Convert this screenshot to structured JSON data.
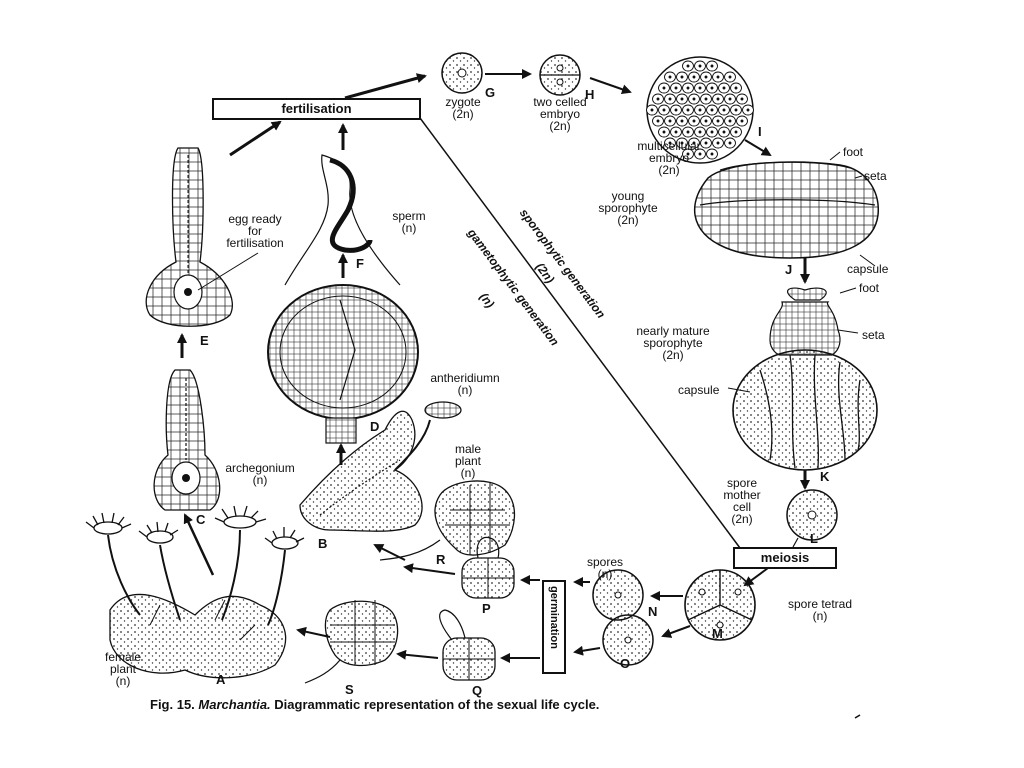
{
  "boxes": {
    "fertilisation": "fertilisation",
    "meiosis": "meiosis",
    "germination": "germination"
  },
  "stages": {
    "A": {
      "letter": "A",
      "label": [
        "female",
        "plant",
        "(n)"
      ]
    },
    "B": {
      "letter": "B"
    },
    "C": {
      "letter": "C",
      "label": [
        "archegonium",
        "(n)"
      ]
    },
    "D": {
      "letter": "D",
      "label": [
        "antheridiumn",
        "(n)"
      ]
    },
    "E": {
      "letter": "E",
      "label": [
        "egg ready",
        "for",
        "fertilisation"
      ]
    },
    "F": {
      "letter": "F",
      "label": [
        "sperm",
        "(n)"
      ]
    },
    "G": {
      "letter": "G",
      "label": [
        "zygote",
        "(2n)"
      ]
    },
    "H": {
      "letter": "H",
      "label": [
        "two celled",
        "embryo",
        "(2n)"
      ]
    },
    "I": {
      "letter": "I",
      "label": [
        "multicellular",
        "embryo",
        "(2n)"
      ]
    },
    "J": {
      "letter": "J",
      "label": [
        "young",
        "sporophyte",
        "(2n)"
      ]
    },
    "K": {
      "letter": "K",
      "label": [
        "nearly mature",
        "sporophyte",
        "(2n)"
      ]
    },
    "L": {
      "letter": "L",
      "label": [
        "spore",
        "mother",
        "cell",
        "(2n)"
      ]
    },
    "M": {
      "letter": "M",
      "label": [
        "spore tetrad",
        "(n)"
      ]
    },
    "N": {
      "letter": "N",
      "label": [
        "spores",
        "(n)"
      ]
    },
    "O": {
      "letter": "O"
    },
    "P": {
      "letter": "P"
    },
    "Q": {
      "letter": "Q"
    },
    "R": {
      "letter": "R",
      "label": [
        "male",
        "plant",
        "(n)"
      ]
    },
    "S": {
      "letter": "S"
    }
  },
  "parts": {
    "foot": "foot",
    "seta": "seta",
    "capsule": "capsule",
    "capsule2": "capsule"
  },
  "generations": {
    "sporophytic": "sporophytic generation",
    "sporophytic_ploidy": "(2n)",
    "gametophytic": "gametophytic generation",
    "gametophytic_ploidy": "(n)"
  },
  "caption": {
    "prefix": "Fig. 15.",
    "genus": "Marchantia.",
    "text": "Diagrammatic representation of the sexual life cycle."
  }
}
